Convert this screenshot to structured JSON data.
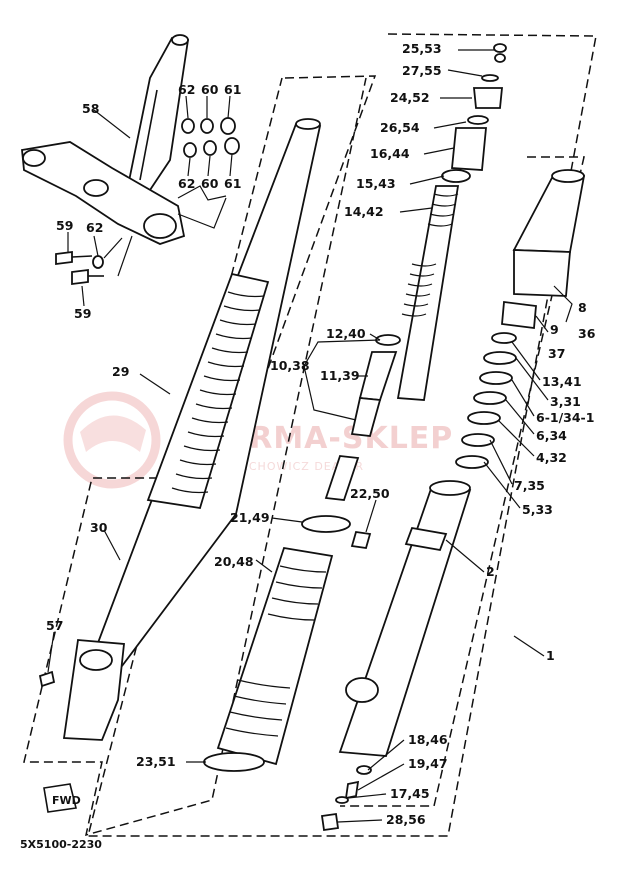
{
  "diagram": {
    "code": "5X5100-2230",
    "watermark": {
      "brand": "ARMA-SKLEP",
      "tagline": "CIECHOWICZ DEALER"
    },
    "fwd_label": "FWD",
    "labels": {
      "l58": "58",
      "l62a": "62",
      "l60a": "60",
      "l61a": "61",
      "l62b": "62",
      "l60b": "60",
      "l61b": "61",
      "l59a": "59",
      "l62c": "62",
      "l59b": "59",
      "l29": "29",
      "l30": "30",
      "l57": "57",
      "l25_53": "25,53",
      "l27_55": "27,55",
      "l24_52": "24,52",
      "l26_54": "26,54",
      "l16_44": "16,44",
      "l15_43": "15,43",
      "l14_42": "14,42",
      "l12_40": "12,40",
      "l10_38": "10,38",
      "l11_39": "11,39",
      "l22_50": "22,50",
      "l21_49": "21,49",
      "l20_48": "20,48",
      "l23_51": "23,51",
      "l8": "8",
      "l36": "36",
      "l9": "9",
      "l37": "37",
      "l13_41": "13,41",
      "l3_31": "3,31",
      "l6_1_34_1": "6-1/34-1",
      "l6_34": "6,34",
      "l4_32": "4,32",
      "l7_35": "7,35",
      "l5_33": "5,33",
      "l2": "2",
      "l1": "1",
      "l18_46": "18,46",
      "l19_47": "19,47",
      "l17_45": "17,45",
      "l28_56": "28,56"
    }
  }
}
